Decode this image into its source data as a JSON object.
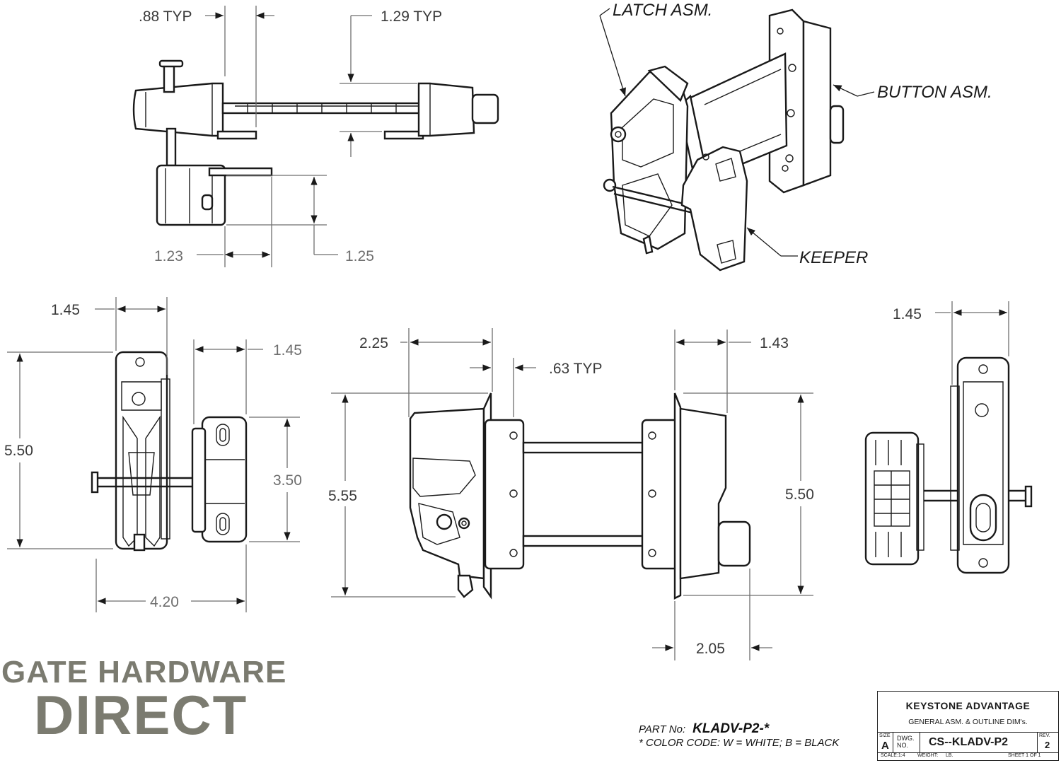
{
  "dimensions": {
    "top_left_88": ".88 TYP",
    "top_129": "1.29 TYP",
    "top_123": "1.23",
    "top_125": "1.25",
    "left_145_top": "1.45",
    "left_145_right": "1.45",
    "left_550": "5.50",
    "left_350": "3.50",
    "left_420": "4.20",
    "mid_225": "2.25",
    "mid_063": ".63 TYP",
    "mid_143": "1.43",
    "mid_555": "5.55",
    "mid_550": "5.50",
    "mid_205": "2.05",
    "right_145": "1.45"
  },
  "callouts": {
    "latch": "LATCH ASM.",
    "button": "BUTTON ASM.",
    "keeper": "KEEPER"
  },
  "brand": {
    "line1": "GATE HARDWARE",
    "line2": "DIRECT"
  },
  "part_info": {
    "label": "PART No:",
    "number": "KLADV-P2-*",
    "color_code": "* COLOR CODE:  W = WHITE;  B = BLACK"
  },
  "title_block": {
    "company": "KEYSTONE ADVANTAGE",
    "description": "GENERAL ASM. & OUTLINE DIM's.",
    "size_label": "SIZE",
    "size": "A",
    "dwg_label": "DWG. NO.",
    "dwg_no": "CS--KLADV-P2",
    "rev_label": "REV.",
    "rev": "2",
    "scale": "SCALE:1:4",
    "weight_label": "WEIGHT:",
    "weight_unit": "LB.",
    "sheet": "SHEET 1 OF 1"
  }
}
